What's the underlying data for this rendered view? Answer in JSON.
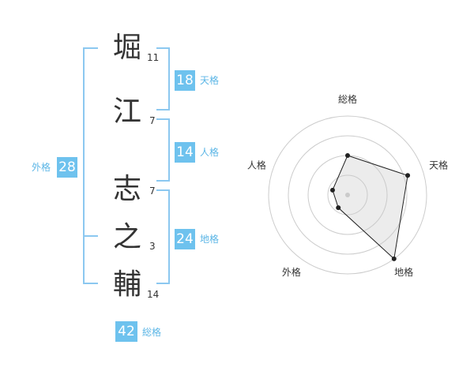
{
  "name": {
    "characters": [
      {
        "char": "堀",
        "strokes": "11"
      },
      {
        "char": "江",
        "strokes": "7"
      },
      {
        "char": "志",
        "strokes": "7"
      },
      {
        "char": "之",
        "strokes": "3"
      },
      {
        "char": "輔",
        "strokes": "14"
      }
    ]
  },
  "scores": {
    "tenkaku": {
      "value": "18",
      "label": "天格"
    },
    "jinkaku": {
      "value": "14",
      "label": "人格"
    },
    "chikaku": {
      "value": "24",
      "label": "地格"
    },
    "gaikaku": {
      "value": "28",
      "label": "外格"
    },
    "soukaku": {
      "value": "42",
      "label": "総格"
    }
  },
  "colors": {
    "accent": "#6ec2ee",
    "bracket": "#8cc8f0",
    "label": "#5cb6e6"
  },
  "chart_data": {
    "type": "radar",
    "axes": [
      "総格",
      "天格",
      "地格",
      "外格",
      "人格"
    ],
    "values": [
      0.5,
      0.8,
      1.0,
      0.2,
      0.2
    ],
    "range": [
      0,
      1
    ],
    "rings": 4
  }
}
